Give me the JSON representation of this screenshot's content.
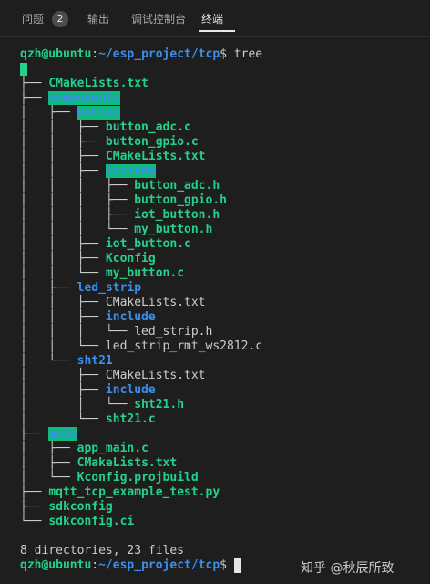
{
  "tabs": [
    {
      "label": "问题",
      "badge": "2"
    },
    {
      "label": "输出"
    },
    {
      "label": "调试控制台"
    },
    {
      "label": "终端",
      "active": true
    }
  ],
  "terminal": {
    "prompt": {
      "user": "qzh@ubuntu",
      "sep": ":",
      "path": "~/esp_project/tcp",
      "symbol": "$",
      "command": " tree"
    },
    "tree": [
      {
        "prefix": "├── ",
        "name": "CMakeLists.txt",
        "kind": "exe"
      },
      {
        "prefix": "├── ",
        "name": "components",
        "kind": "hl"
      },
      {
        "prefix": "│   ├── ",
        "name": "button",
        "kind": "hl"
      },
      {
        "prefix": "│   │   ├── ",
        "name": "button_adc.c",
        "kind": "exe"
      },
      {
        "prefix": "│   │   ├── ",
        "name": "button_gpio.c",
        "kind": "exe"
      },
      {
        "prefix": "│   │   ├── ",
        "name": "CMakeLists.txt",
        "kind": "exe"
      },
      {
        "prefix": "│   │   ├── ",
        "name": "include",
        "kind": "hl"
      },
      {
        "prefix": "│   │   │   ├── ",
        "name": "button_adc.h",
        "kind": "exe"
      },
      {
        "prefix": "│   │   │   ├── ",
        "name": "button_gpio.h",
        "kind": "exe"
      },
      {
        "prefix": "│   │   │   ├── ",
        "name": "iot_button.h",
        "kind": "exe"
      },
      {
        "prefix": "│   │   │   └── ",
        "name": "my_button.h",
        "kind": "exe"
      },
      {
        "prefix": "│   │   ├── ",
        "name": "iot_button.c",
        "kind": "exe"
      },
      {
        "prefix": "│   │   ├── ",
        "name": "Kconfig",
        "kind": "exe"
      },
      {
        "prefix": "│   │   └── ",
        "name": "my_button.c",
        "kind": "exe"
      },
      {
        "prefix": "│   ├── ",
        "name": "led_strip",
        "kind": "dir"
      },
      {
        "prefix": "│   │   ├── ",
        "name": "CMakeLists.txt",
        "kind": "plain"
      },
      {
        "prefix": "│   │   ├── ",
        "name": "include",
        "kind": "dir"
      },
      {
        "prefix": "│   │   │   └── ",
        "name": "led_strip.h",
        "kind": "plain"
      },
      {
        "prefix": "│   │   └── ",
        "name": "led_strip_rmt_ws2812.c",
        "kind": "plain"
      },
      {
        "prefix": "│   └── ",
        "name": "sht21",
        "kind": "dir"
      },
      {
        "prefix": "│       ├── ",
        "name": "CMakeLists.txt",
        "kind": "plain"
      },
      {
        "prefix": "│       ├── ",
        "name": "include",
        "kind": "dir"
      },
      {
        "prefix": "│       │   └── ",
        "name": "sht21.h",
        "kind": "exe"
      },
      {
        "prefix": "│       └── ",
        "name": "sht21.c",
        "kind": "exe"
      },
      {
        "prefix": "├── ",
        "name": "main",
        "kind": "hl"
      },
      {
        "prefix": "│   ├── ",
        "name": "app_main.c",
        "kind": "exe"
      },
      {
        "prefix": "│   ├── ",
        "name": "CMakeLists.txt",
        "kind": "exe"
      },
      {
        "prefix": "│   └── ",
        "name": "Kconfig.projbuild",
        "kind": "exe"
      },
      {
        "prefix": "├── ",
        "name": "mqtt_tcp_example_test.py",
        "kind": "exe"
      },
      {
        "prefix": "├── ",
        "name": "sdkconfig",
        "kind": "exe"
      },
      {
        "prefix": "└── ",
        "name": "sdkconfig.ci",
        "kind": "exe"
      }
    ],
    "summary": "8 directories, 23 files"
  },
  "watermark": "知乎 @秋辰所致"
}
